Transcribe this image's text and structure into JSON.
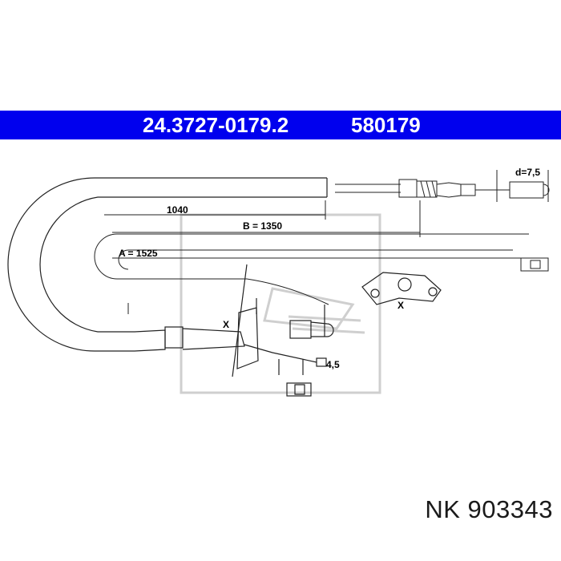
{
  "header": {
    "part_number": "24.3727-0179.2",
    "alt_number": "580179",
    "bg_color": "#0000ee",
    "text_color": "#ffffff"
  },
  "dimensions": {
    "d1": "1040",
    "b": "B = 1350",
    "a": "A = 1525",
    "end_diameter": "d=7,5",
    "nipple_size": "4,5",
    "marker_1": "X",
    "marker_2": "X"
  },
  "footer": {
    "label": "NK 903343"
  }
}
